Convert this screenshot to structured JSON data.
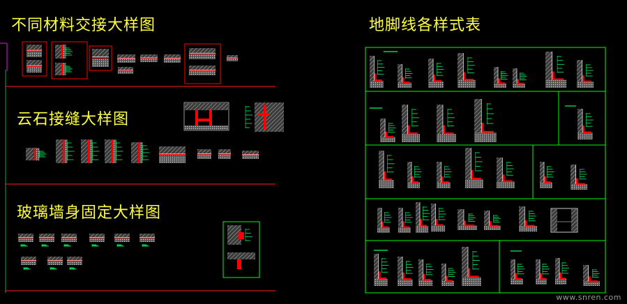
{
  "titles": {
    "material_junction": "不同材料交接大样图",
    "stone_joint": "云石接缝大样图",
    "glass_wall": "玻璃墙身固定大样图",
    "skirting_table": "地脚线各样式表"
  },
  "watermark": "www.snren.com",
  "colors": {
    "background": "#000000",
    "title": "#ffff40",
    "section_line": "#ff2020",
    "frame": "#00ff00",
    "hatch": "#9a9a9a",
    "finish": "#ff0000",
    "annotation": "#00ff66",
    "detail_line": "#ffffff",
    "highlight_box": "#ff0000"
  }
}
